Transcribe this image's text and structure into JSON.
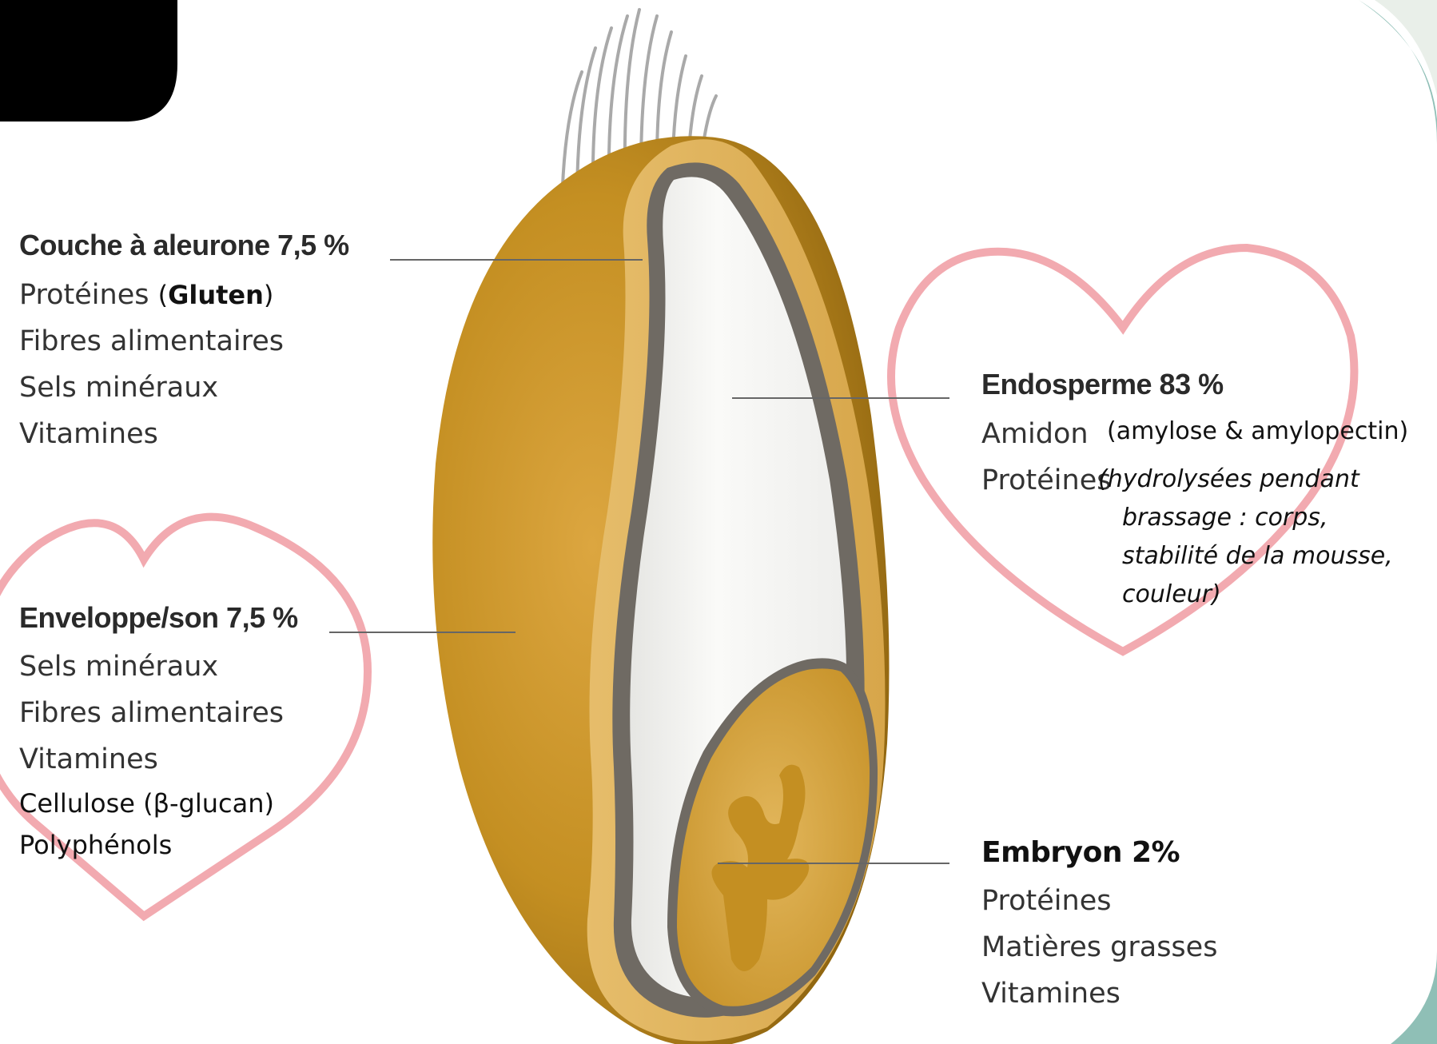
{
  "colors": {
    "corner_blob": "#000000",
    "accent_teal": "#8fbfb6",
    "heart_stroke": "#f2aab0",
    "grain_outer": "#c48f22",
    "grain_dark": "#9a6f14",
    "grain_inner_light": "#e9c47a",
    "aleurone": "#6f6a63",
    "endosperm": "#f3f3f1",
    "embryo": "#d9aa45",
    "leader_line": "#666666"
  },
  "labels": {
    "aleurone": {
      "title": "Couche à aleurone 7,5 %",
      "item1_prefix": "Protéines",
      "item1_paren_open": "(",
      "item1_bold": "Gluten",
      "item1_paren_close": ")",
      "item2": "Fibres alimentaires",
      "item3": "Sels minéraux",
      "item4": "Vitamines"
    },
    "enveloppe": {
      "title": "Enveloppe/son 7,5 %",
      "item1": "Sels minéraux",
      "item2": "Fibres alimentaires",
      "item3": "Vitamines",
      "item4": "Cellulose (β-glucan)",
      "item5": "Polyphénols"
    },
    "endosperme": {
      "title": "Endosperme 83 %",
      "item1": "Amidon",
      "item1_note": "(amylose & amylopectin)",
      "item2": "Protéines",
      "item2_note_line1": "(hydrolysées pendant",
      "item2_note_line2": "brassage : corps,",
      "item2_note_line3": "stabilité de la mousse,",
      "item2_note_line4": "couleur)"
    },
    "embryon": {
      "title": "Embryon 2%",
      "item1": "Protéines",
      "item2": "Matières grasses",
      "item3": "Vitamines"
    }
  }
}
